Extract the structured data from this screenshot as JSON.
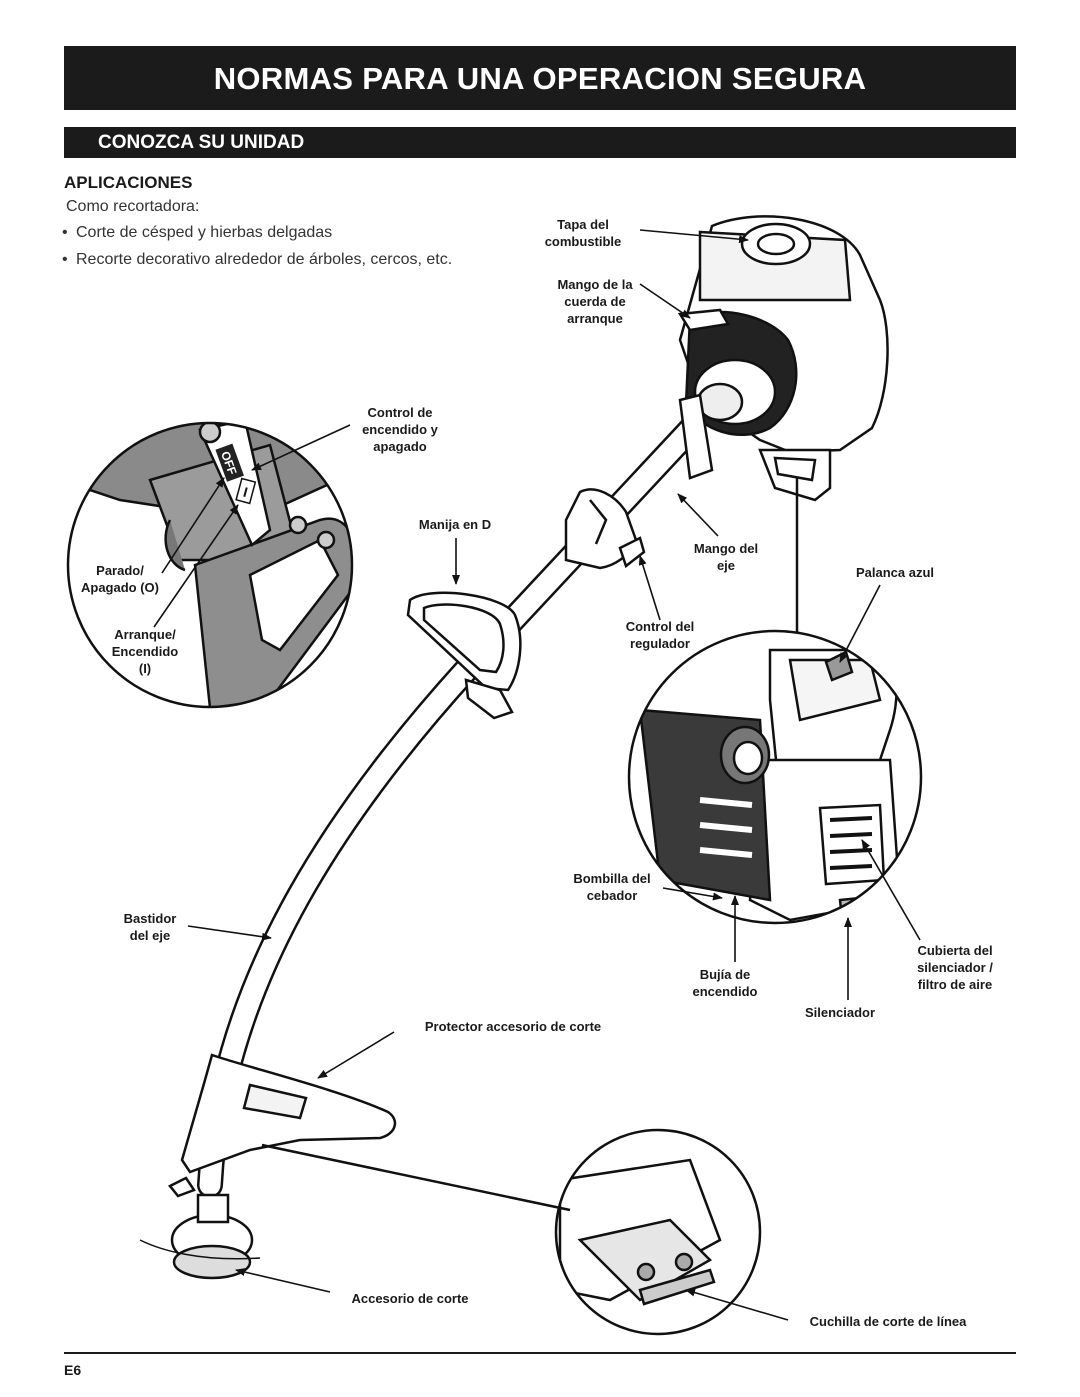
{
  "header": {
    "title": "NORMAS PARA UNA OPERACION SEGURA",
    "section": "CONOZCA SU UNIDAD"
  },
  "applications": {
    "heading": "APLICACIONES",
    "intro": "Como recortadora:",
    "bullets": [
      "Corte de césped y hierbas delgadas",
      "Recorte decorativo alrededor de árboles, cercos, etc."
    ]
  },
  "diagram": {
    "labels": {
      "fuel_cap": "Tapa del\ncombustible",
      "starter_handle": "Mango de la\ncuerda de\narranque",
      "on_off_control": "Control de\nencendido y\napagado",
      "d_handle": "Manija en D",
      "stop_off": "Parado/\nApagado (O)",
      "start_on": "Arranque/\nEncendido\n(I)",
      "shaft_handle": "Mango del\neje",
      "blue_lever": "Palanca azul",
      "throttle_control": "Control del\nregulador",
      "primer_bulb": "Bombilla del\ncebador",
      "shaft_housing": "Bastidor\ndel eje",
      "spark_plug": "Bujía de\nencendido",
      "muffler_cover": "Cubierta del\nsilenciador /\nfiltro de aire",
      "muffler": "Silenciador",
      "guard": "Protector accesorio de corte",
      "cutting_attachment": "Accesorio de corte",
      "line_blade": "Cuchilla de corte de línea"
    },
    "inset_decals": {
      "off": "OFF",
      "on": "I"
    }
  },
  "footer": {
    "page": "E6"
  }
}
